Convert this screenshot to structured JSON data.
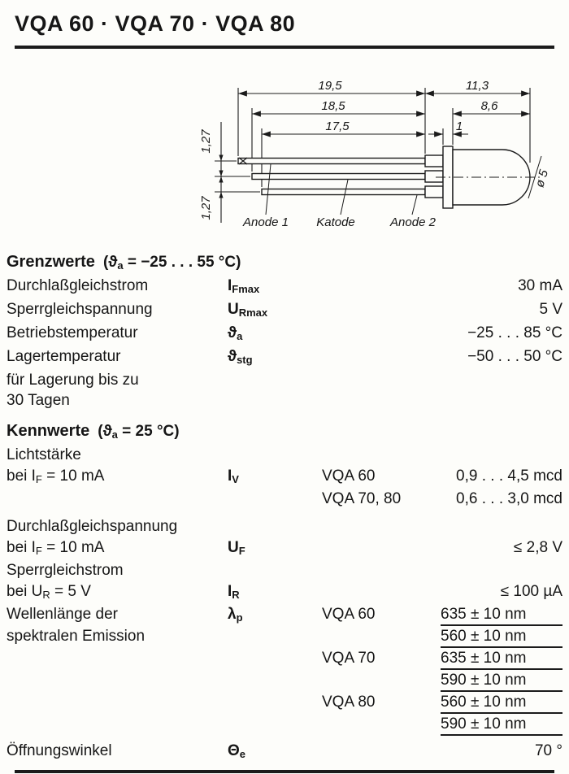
{
  "title": "VQA 60 · VQA 70 · VQA 80",
  "drawing": {
    "dim_19_5": "19,5",
    "dim_11_3": "11,3",
    "dim_18_5": "18,5",
    "dim_8_6": "8,6",
    "dim_17_5": "17,5",
    "dim_1": "1",
    "dim_1_27_top": "1,27",
    "dim_1_27_bottom": "1,27",
    "dim_dia": "ø 5",
    "label_anode1": "Anode 1",
    "label_katode": "Katode",
    "label_anode2": "Anode 2"
  },
  "grenzwerte": {
    "heading": "Grenzwerte",
    "cond_pre": "(ϑ",
    "cond_sub": "a",
    "cond_post": " = −25 . . . 55 °C)",
    "r1": {
      "label": "Durchlaßgleichstrom",
      "sym": "I",
      "sub": "Fmax",
      "value": "30 mA"
    },
    "r2": {
      "label": "Sperrgleichspannung",
      "sym": "U",
      "sub": "Rmax",
      "value": "5 V"
    },
    "r3": {
      "label": "Betriebstemperatur",
      "sym": "ϑ",
      "sub": "a",
      "value": "−25 . . . 85 °C"
    },
    "r4": {
      "label1": "Lagertemperatur",
      "label2": "für Lagerung bis zu",
      "label3": "30 Tagen",
      "sym": "ϑ",
      "sub": "stg",
      "value": "−50 . . . 50 °C"
    }
  },
  "kennwerte": {
    "heading": "Kennwerte",
    "cond_pre": "(ϑ",
    "cond_sub": "a",
    "cond_post": " = 25 °C)",
    "lichtstaerke": {
      "label1": "Lichtstärke",
      "label2_pre": "bei I",
      "label2_sub": "F",
      "label2_post": " = 10 mA",
      "sym": "I",
      "sub": "V",
      "variant1": "VQA 60",
      "value1": "0,9 . . . 4,5 mcd",
      "variant2": "VQA 70, 80",
      "value2": "0,6 . . . 3,0 mcd"
    },
    "durchlassspannung": {
      "label1": "Durchlaßgleichspannung",
      "label2_pre": "bei I",
      "label2_sub": "F",
      "label2_post": " = 10 mA",
      "sym": "U",
      "sub": "F",
      "value": "≤ 2,8 V"
    },
    "sperrstrom": {
      "label1": "Sperrgleichstrom",
      "label2_pre": "bei U",
      "label2_sub": "R",
      "label2_post": " = 5 V",
      "sym": "I",
      "sub": "R",
      "value": "≤ 100 µA"
    },
    "wellenlaenge": {
      "label1": "Wellenlänge der",
      "label2": "spektralen Emission",
      "sym": "λ",
      "sub": "p",
      "variant1": "VQA 60",
      "v1a": "635 ± 10 nm",
      "v1b": "560 ± 10 nm",
      "variant2": "VQA 70",
      "v2a": "635 ± 10 nm",
      "v2b": "590 ± 10 nm",
      "variant3": "VQA 80",
      "v3a": "560 ± 10 nm",
      "v3b": "590 ± 10 nm"
    },
    "oeffnungswinkel": {
      "label": "Öffnungswinkel",
      "sym": "Θ",
      "sub": "e",
      "value": "70 °"
    }
  }
}
